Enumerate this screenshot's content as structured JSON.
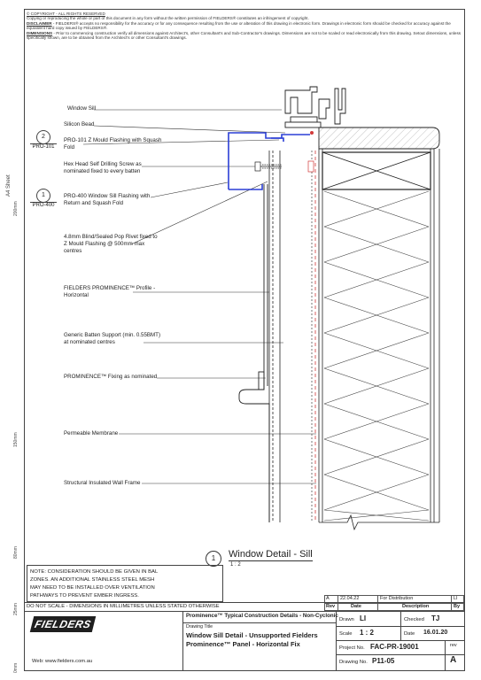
{
  "header": {
    "copyright": "© COPYRIGHT - ALL RIGHTS RESERVED",
    "copy_line": "Copying or reproducing the whole or part of this document in any form without the written permission of FIELDERS® constitutes an infringement of copyright.",
    "disclaimer_head": "DISCLAIMER",
    "disclaimer": " - FIELDERS® accepts no responsibility for the accuracy or for any consequence resulting from the use or alteration of this drawing in electronic form. Drawings in electronic form should be checked for accuracy against the equivalent hard copy issued by FIELDERS®.",
    "dimensions_head": "DIMENSIONS",
    "dimensions": " - Prior to commencing construction verify all dimensions against Architect's, other Consultant's and Sub-Contractor's drawings. Dimensions are not to be scaled or read electronically from this drawing. Setout dimensions, unless specifically shown, are to be obtained from the Architect's or other Consultant's drawings."
  },
  "side_labels": {
    "sheet": "A4 Sheet",
    "mm200": "200mm",
    "mm150": "150mm",
    "mm80": "80mm",
    "mm25": "25mm",
    "mm0": "0mm"
  },
  "callouts": [
    {
      "text": "Window Sill"
    },
    {
      "text": "Silicon Bead"
    },
    {
      "text": "PRO-101 Z Mould Flashing with Squash"
    },
    {
      "text": "Fold"
    },
    {
      "text": "Hex Head Self Drilling Screw as"
    },
    {
      "text": "nominated fixed to every batten"
    },
    {
      "text": "PRO-400 Window Sill Flashing with"
    },
    {
      "text": "Return and Squash Fold"
    },
    {
      "text": "4.8mm Blind/Sealed Pop Rivet fixed to"
    },
    {
      "text": "Z Mould Flashing @ 500mm max"
    },
    {
      "text": "centres"
    },
    {
      "text": "FIELDERS PROMINENCE™ Profile -"
    },
    {
      "text": "Horizontal"
    },
    {
      "text": "Generic Batten Support (min. 0.55BMT)"
    },
    {
      "text": "at nominated centres"
    },
    {
      "text": "PROMINENCE™ Fixing as nominated"
    },
    {
      "text": "Permeable Membrane"
    },
    {
      "text": "Structural Insulated Wall Frame"
    }
  ],
  "refs": [
    {
      "number": "2",
      "code": "PRO-101"
    },
    {
      "number": "1",
      "code": "PRO-400"
    }
  ],
  "detail": {
    "number": "1",
    "title": "Window Detail - Sill",
    "scale": "1 : 2"
  },
  "note": {
    "lines": [
      "NOTE: CONSIDERATION SHOULD BE GIVEN IN BAL",
      "ZONES. AN ADDITIONAL STAINLESS STEEL MESH",
      "MAY NEED TO BE INSTALLED OVER VENTILATION",
      "PATHWAYS TO PREVENT EMBER INGRESS."
    ]
  },
  "revision_table": {
    "row": {
      "rev": "A",
      "date": "22.04.22",
      "description": "For Distribution",
      "by": "LI"
    },
    "headers": {
      "rev": "Rev",
      "date": "Date",
      "description": "Description",
      "by": "By"
    }
  },
  "title_block": {
    "do_not_scale": "DO NOT SCALE - DIMENSIONS IN MILLIMETRES UNLESS STATED OTHERWISE",
    "logo": "FIELDERS",
    "website": "Web: www.fielders.com.au",
    "series": "Prominence™ Typical Construction Details - Non-Cyclonic",
    "drawing_title_label": "Drawing Title",
    "drawing_title_1": "Window Sill Detail - Unsupported Fielders",
    "drawing_title_2": "Prominence™ Panel - Horizontal Fix",
    "drawn_label": "Drawn",
    "drawn": "LI",
    "checked_label": "Checked",
    "checked": "TJ",
    "scale_label": "Scale",
    "scale": "1 : 2",
    "date_label": "Date",
    "date": "16.01.20",
    "project_label": "Project No.",
    "project": "FAC-PR-19001",
    "rev_label": "rev",
    "drawing_no_label": "Drawing No.",
    "drawing_no": "P11-05",
    "rev": "A"
  },
  "colors": {
    "flashing": "#2b3fd6",
    "sealant": "#d23a3a",
    "line": "#222222"
  }
}
